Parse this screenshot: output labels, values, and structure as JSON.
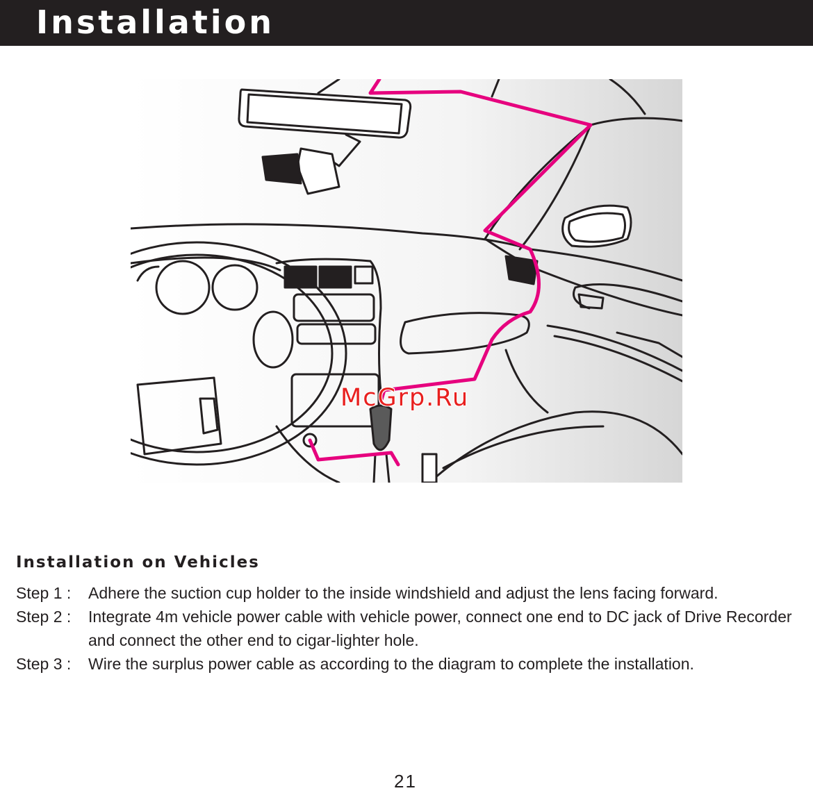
{
  "header": {
    "title": "Installation"
  },
  "figure": {
    "watermark": "McGrp.Ru",
    "cable_color": "#e6007e"
  },
  "section": {
    "heading": "Installation on Vehicles",
    "steps": [
      {
        "label": "Step 1 :",
        "text": "Adhere the suction cup holder to the inside windshield and adjust the lens facing forward."
      },
      {
        "label": "Step 2 :",
        "text": "Integrate 4m vehicle power cable with vehicle power, connect one end to DC jack of Drive Recorder and connect the other end to cigar-lighter hole."
      },
      {
        "label": "Step 3 :",
        "text": "Wire the surplus power cable as according to the diagram to complete the installation."
      }
    ]
  },
  "footer": {
    "page_number": "21"
  }
}
